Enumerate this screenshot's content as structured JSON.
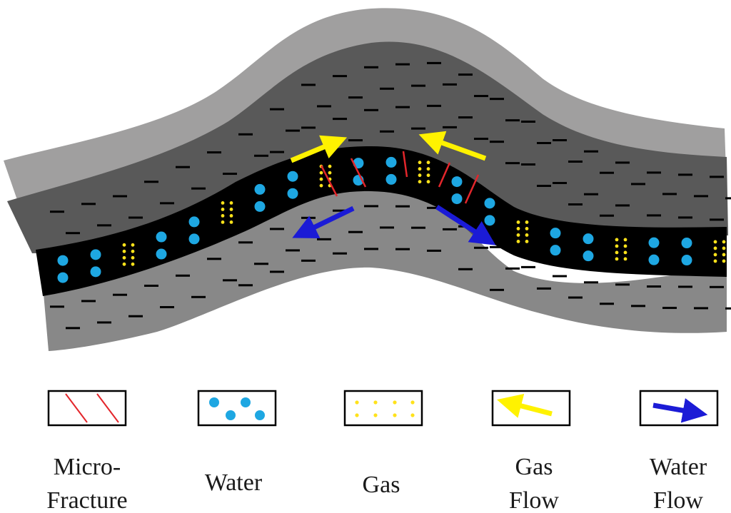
{
  "diagram": {
    "colors": {
      "outer_layer": "#a09f9f",
      "upper_shale": "#595959",
      "lower_shale": "#888888",
      "coal_seam": "#000000",
      "dash": "#000000",
      "water": "#1ea7e2",
      "gas": "#ffe21a",
      "micro_fracture": "#e3262b",
      "gas_flow": "#fff200",
      "water_flow": "#1b1bd6"
    }
  },
  "legend": {
    "items": [
      {
        "key": "micro-fracture",
        "line1": "Micro-",
        "line2": "Fracture"
      },
      {
        "key": "water",
        "line1": "Water",
        "line2": ""
      },
      {
        "key": "gas",
        "line1": "Gas",
        "line2": ""
      },
      {
        "key": "gas-flow",
        "line1": "Gas",
        "line2": "Flow"
      },
      {
        "key": "water-flow",
        "line1": "Water",
        "line2": "Flow"
      }
    ]
  }
}
